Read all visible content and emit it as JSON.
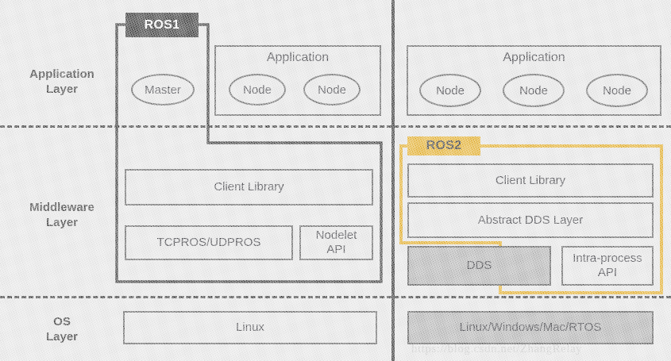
{
  "diagram": {
    "title": "ROS1 vs ROS2 architecture comparison",
    "colors": {
      "background": "#e9e9e9",
      "box_border": "#4b4b4b",
      "gray_fill": "#a9a9a9",
      "ros1_tag_bg": "#0b0b0b",
      "ros1_tag_fg": "#ffffff",
      "ros1_outline": "#141414",
      "ros2_tag_bg": "#e6a400",
      "ros2_outline": "#e6a400",
      "separator": "#141414"
    }
  },
  "layers": [
    {
      "id": "application",
      "label_line1": "Application",
      "label_line2": "Layer"
    },
    {
      "id": "middleware",
      "label_line1": "Middleware",
      "label_line2": "Layer"
    },
    {
      "id": "os",
      "label_line1": "OS",
      "label_line2": "Layer"
    }
  ],
  "tags": {
    "ros1": "ROS1",
    "ros2": "ROS2"
  },
  "left": {
    "application": {
      "master_label": "Master",
      "app_group_title": "Application",
      "nodes": [
        "Node",
        "Node"
      ]
    },
    "middleware": {
      "client_library": "Client Library",
      "transport": "TCPROS/UDPROS",
      "nodelet_api_line1": "Nodelet",
      "nodelet_api_line2": "API"
    },
    "os": {
      "platform": "Linux"
    }
  },
  "right": {
    "application": {
      "app_group_title": "Application",
      "nodes": [
        "Node",
        "Node",
        "Node"
      ]
    },
    "middleware": {
      "client_library": "Client Library",
      "abstract_dds_layer": "Abstract DDS Layer",
      "dds": "DDS",
      "intra_process_api_line1": "Intra-process",
      "intra_process_api_line2": "API"
    },
    "os": {
      "platform": "Linux/Windows/Mac/RTOS"
    }
  },
  "watermark": {
    "text": "https://blog.csdn.net/ZhangRelay"
  }
}
